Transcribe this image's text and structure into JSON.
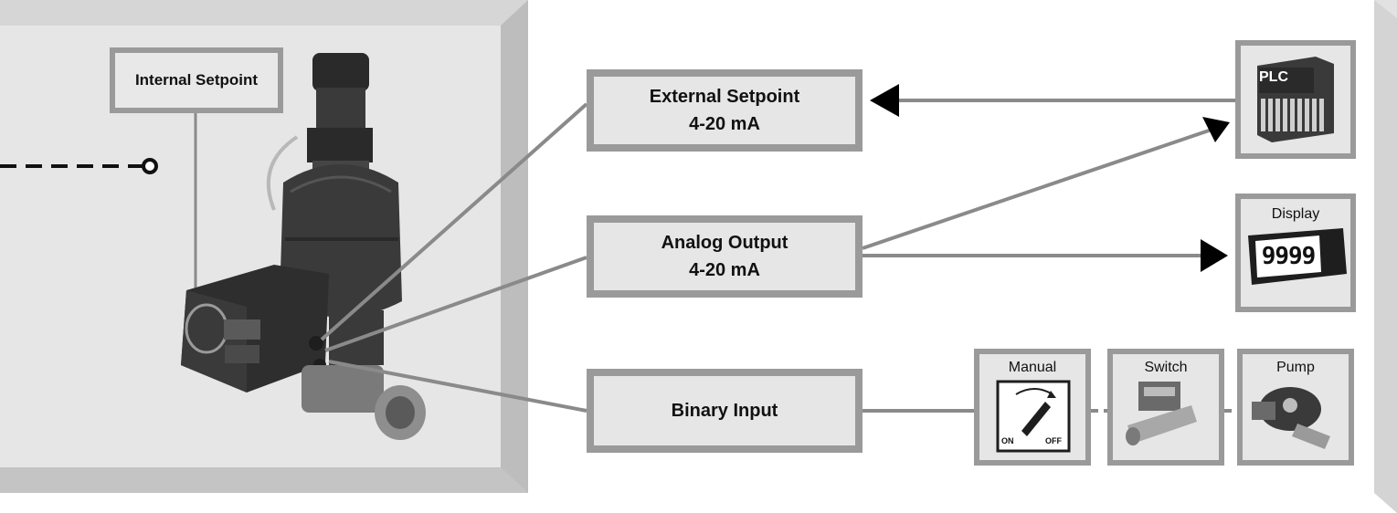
{
  "boxes": {
    "internal_setpoint": "Internal Setpoint",
    "external_setpoint": {
      "line1": "External Setpoint",
      "line2": "4-20 mA"
    },
    "analog_output": {
      "line1": "Analog Output",
      "line2": "4-20 mA"
    },
    "binary_input": "Binary Input"
  },
  "devices": {
    "plc": "PLC",
    "display": "Display",
    "display_digits": "9999",
    "manual": "Manual",
    "manual_on": "ON",
    "manual_off": "OFF",
    "switch": "Switch",
    "pump": "Pump"
  },
  "colors": {
    "panel": "#e6e6e6",
    "bevel_light": "#d2d2d2",
    "bevel_dark": "#9a9a9a",
    "connector": "#8a8a8a",
    "arrow": "#000000"
  }
}
